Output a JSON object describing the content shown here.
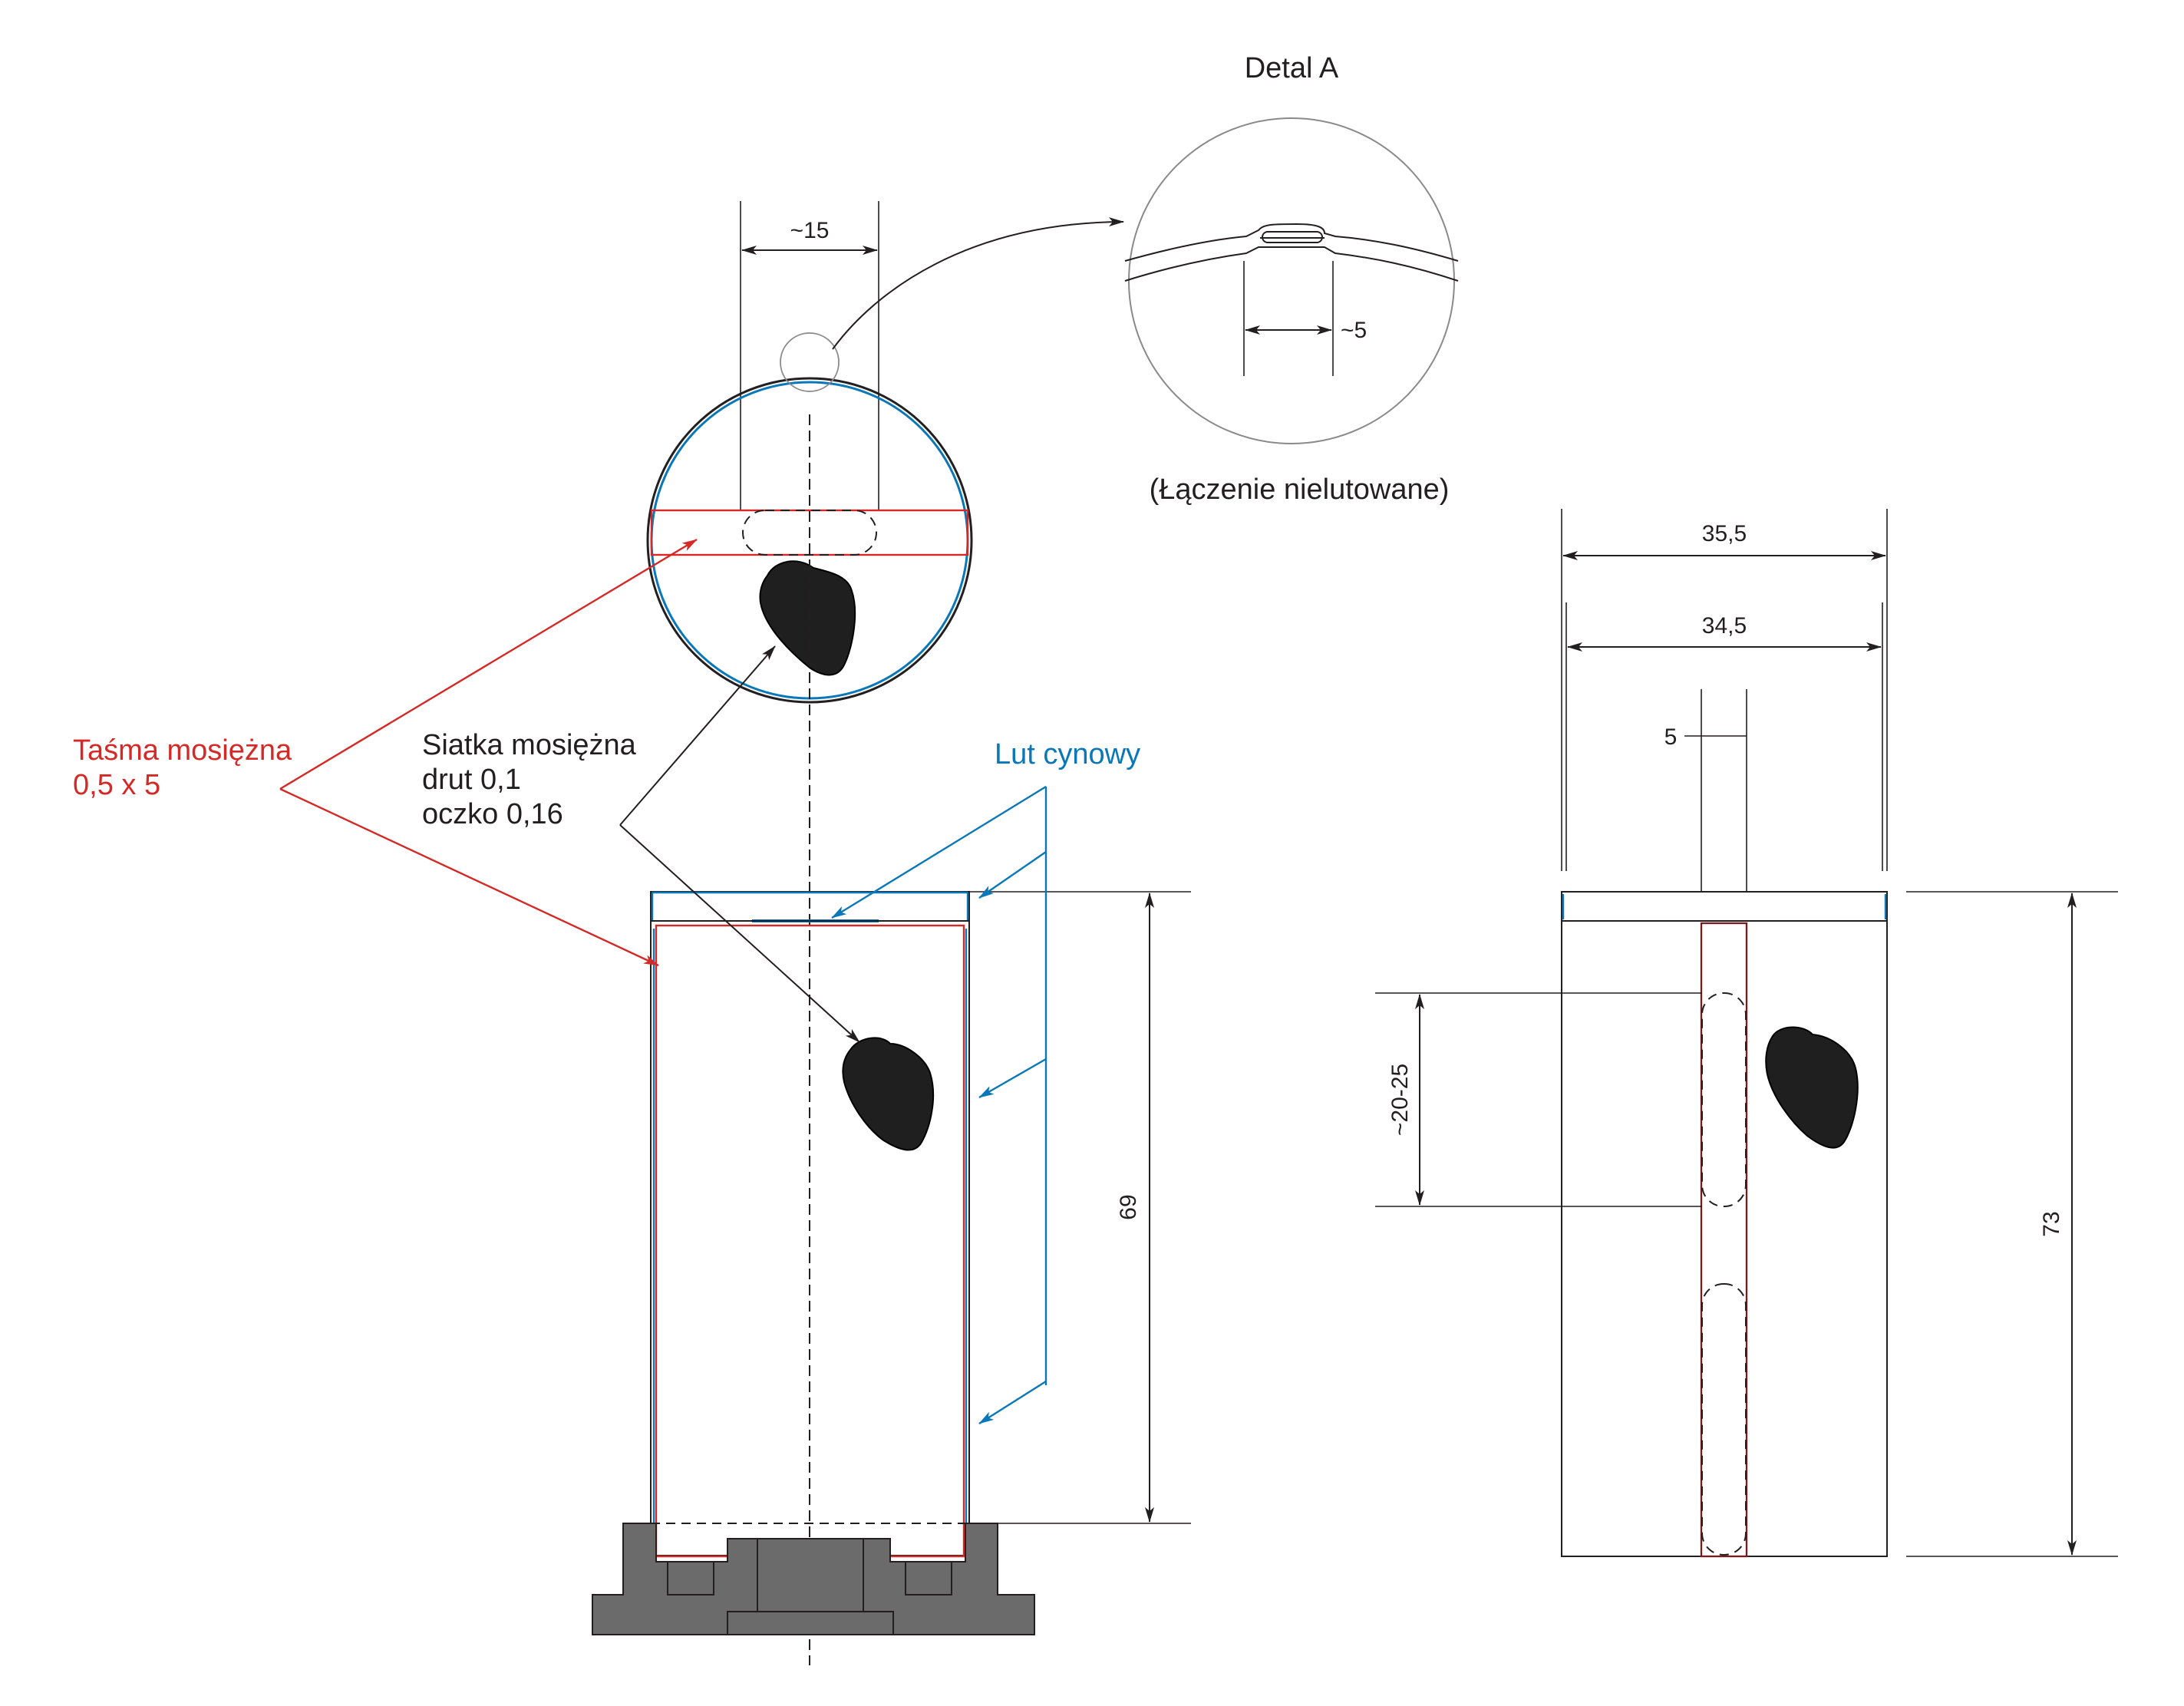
{
  "detail": {
    "title": "Detal A",
    "joint_note": "(Łączenie nielutowane)",
    "seam_dim": "~5"
  },
  "top_view": {
    "opening_dim": "~15"
  },
  "labels": {
    "brass_strip_line1": "Taśma mosiężna",
    "brass_strip_line2": "0,5 x 5",
    "mesh_line1": "Siatka mosiężna",
    "mesh_line2": "drut 0,1",
    "mesh_line3": "oczko 0,16",
    "solder": "Lut cynowy"
  },
  "side_view": {
    "height_dim": "69"
  },
  "flat_view": {
    "width_outer": "35,5",
    "width_inner": "34,5",
    "strip_width": "5",
    "window_length": "~20-25",
    "total_height": "73"
  },
  "colors": {
    "line": "#231f20",
    "strip_red": "#d42a27",
    "solder_blue": "#0a78b8",
    "mesh_fill": "#1f1f1f",
    "base_grey": "#6b6b6b"
  }
}
